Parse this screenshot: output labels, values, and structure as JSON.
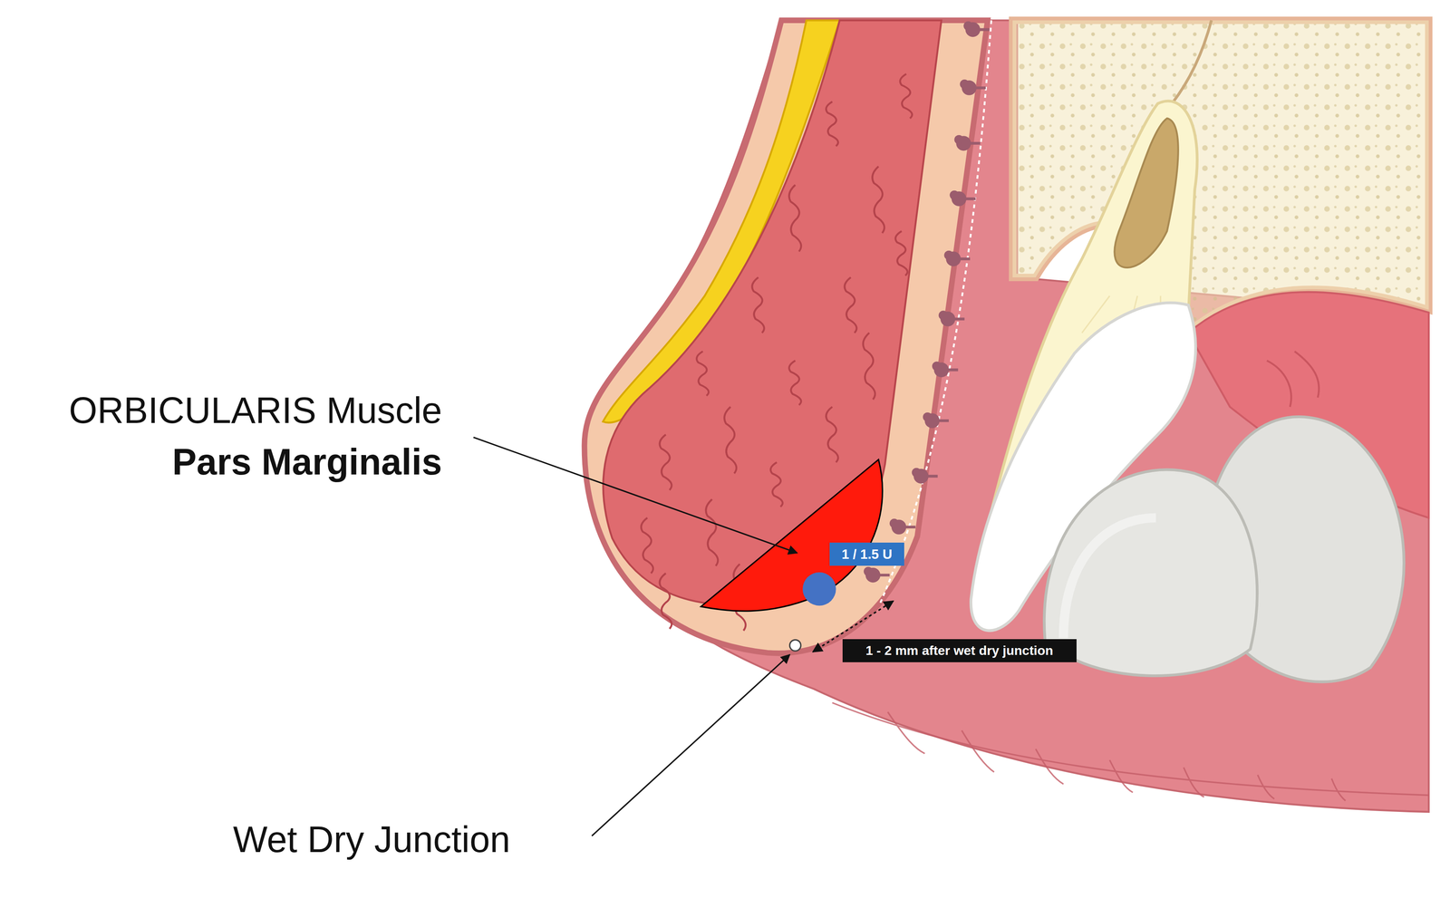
{
  "diagram": {
    "nodes": [
      {
        "text": [
          "1 / 1.5 U"
        ]
      },
      {
        "text": [
          "1 - 2 mm after wet dry junction"
        ]
      }
    ],
    "labels": [
      "ORBICULARIS Muscle",
      "Pars Marginalis",
      "Wet Dry Junction"
    ]
  }
}
